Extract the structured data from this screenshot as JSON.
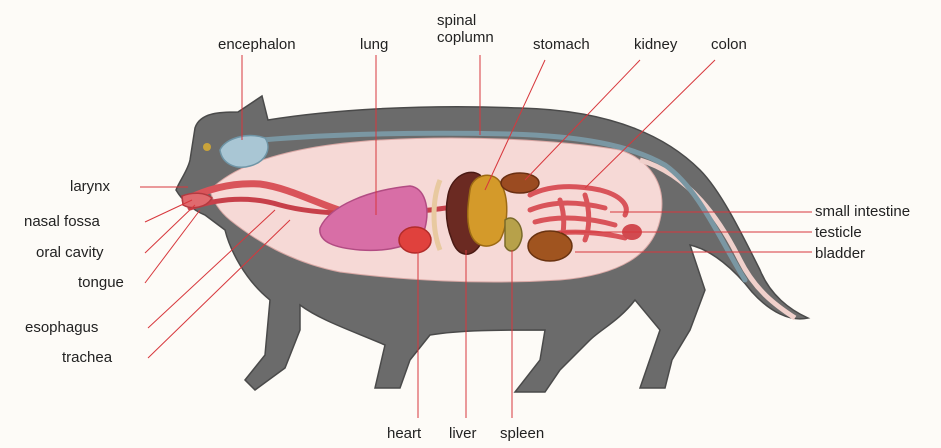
{
  "labels": {
    "encephalon": "encephalon",
    "lung": "lung",
    "spinal_column": "spinal\ncoplumn",
    "stomach": "stomach",
    "kidney": "kidney",
    "colon": "colon",
    "larynx": "larynx",
    "nasal_fossa": "nasal fossa",
    "oral_cavity": "oral cavity",
    "tongue": "tongue",
    "esophagus": "esophagus",
    "trachea": "trachea",
    "small_intestine": "small intestine",
    "testicle": "testicle",
    "bladder": "bladder",
    "heart": "heart",
    "liver": "liver",
    "spleen": "spleen"
  },
  "colors": {
    "body": "#6b6b6b",
    "body_outline": "#4a4a4a",
    "cavity": "#f6d9d6",
    "brain": "#a9c6d4",
    "spine": "#7a97a3",
    "tract": "#d9545a",
    "lung": "#d86ea6",
    "heart": "#e0413d",
    "liver": "#6b2a22",
    "stomach": "#d49a2a",
    "kidney": "#9b4b21",
    "leader": "#d7373c"
  }
}
